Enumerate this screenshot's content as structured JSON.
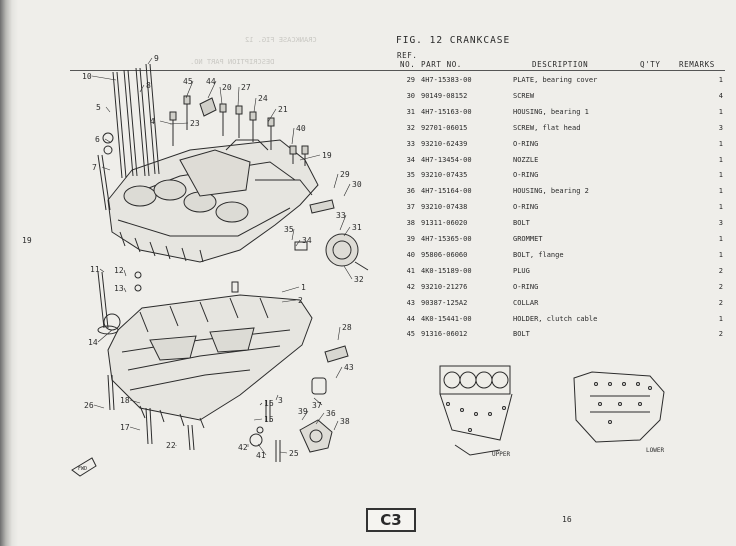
{
  "figure_title": "FIG. 12  CRANKCASE",
  "columns": {
    "ref_no_line1": "REF.",
    "ref_no_line2": "NO.",
    "part_no": "PART NO.",
    "description": "DESCRIPTION",
    "qty": "Q'TY",
    "remarks": "REMARKS"
  },
  "parts": [
    {
      "no": "29",
      "part": "4H7-15383-00",
      "desc": "PLATE, bearing cover",
      "qty": "1"
    },
    {
      "no": "30",
      "part": "90149-08152",
      "desc": "SCREW",
      "qty": "4"
    },
    {
      "no": "31",
      "part": "4H7-15163-00",
      "desc": "HOUSING, bearing 1",
      "qty": "1"
    },
    {
      "no": "32",
      "part": "92701-06015",
      "desc": "SCREW, flat head",
      "qty": "3"
    },
    {
      "no": "33",
      "part": "93210-62439",
      "desc": "O-RING",
      "qty": "1"
    },
    {
      "no": "34",
      "part": "4H7-13454-00",
      "desc": "NOZZLE",
      "qty": "1"
    },
    {
      "no": "35",
      "part": "93210-07435",
      "desc": "O-RING",
      "qty": "1"
    },
    {
      "no": "36",
      "part": "4H7-15164-00",
      "desc": "HOUSING, bearing 2",
      "qty": "1"
    },
    {
      "no": "37",
      "part": "93210-07438",
      "desc": "O-RING",
      "qty": "1"
    },
    {
      "no": "38",
      "part": "91311-06020",
      "desc": "BOLT",
      "qty": "3"
    },
    {
      "no": "39",
      "part": "4H7-15365-00",
      "desc": "GROMMET",
      "qty": "1"
    },
    {
      "no": "40",
      "part": "95806-06060",
      "desc": "BOLT, flange",
      "qty": "1"
    },
    {
      "no": "41",
      "part": "4K0-15189-00",
      "desc": "PLUG",
      "qty": "2"
    },
    {
      "no": "42",
      "part": "93210-21276",
      "desc": "O-RING",
      "qty": "2"
    },
    {
      "no": "43",
      "part": "90387-125A2",
      "desc": "COLLAR",
      "qty": "2"
    },
    {
      "no": "44",
      "part": "4K0-15441-00",
      "desc": "HOLDER, clutch cable",
      "qty": "1"
    },
    {
      "no": "45",
      "part": "91316-06012",
      "desc": "BOLT",
      "qty": "2"
    }
  ],
  "callouts": {
    "left_margin": "19",
    "diagram": [
      "1",
      "2",
      "3",
      "4",
      "5",
      "6",
      "7",
      "8",
      "9",
      "10",
      "11",
      "12",
      "13",
      "14",
      "15",
      "16",
      "17",
      "18",
      "19",
      "20",
      "21",
      "22",
      "23",
      "24",
      "25",
      "26",
      "27",
      "28",
      "29",
      "30",
      "31",
      "32",
      "33",
      "34",
      "35",
      "36",
      "37",
      "38",
      "39",
      "40",
      "41",
      "42",
      "43",
      "44",
      "45"
    ]
  },
  "front_label": "FWD",
  "upper_label": "UPPER",
  "lower_label": "LOWER",
  "page_code": "C3",
  "page_number": "16"
}
